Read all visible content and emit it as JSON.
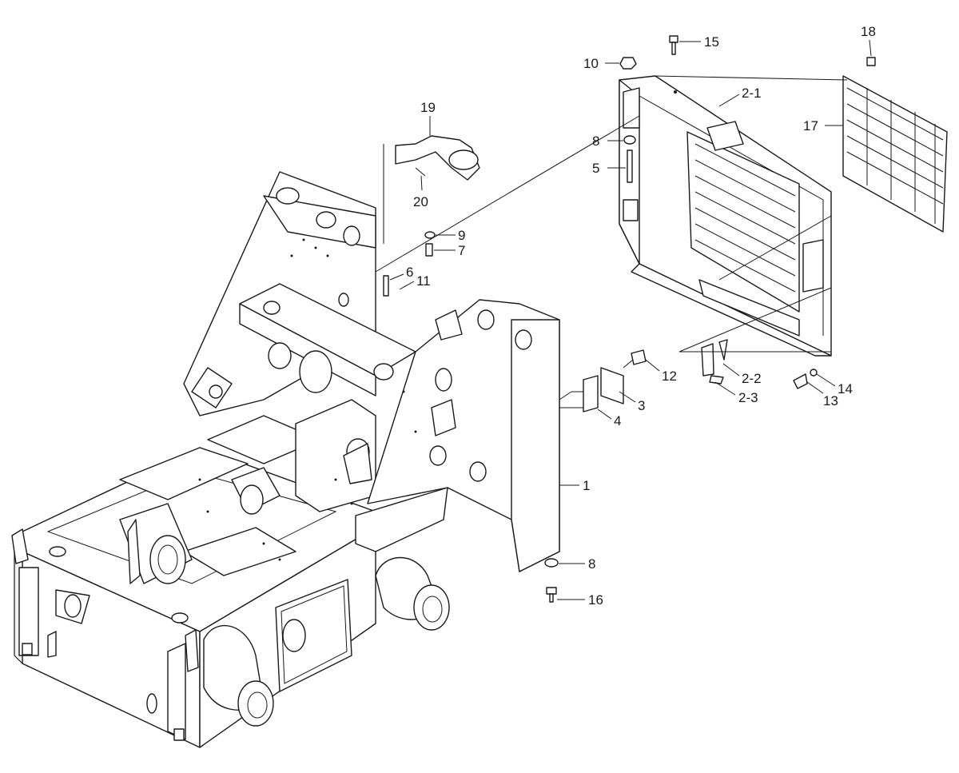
{
  "diagram": {
    "callouts": [
      {
        "id": "c1",
        "label": "1"
      },
      {
        "id": "c2-1",
        "label": "2-1"
      },
      {
        "id": "c2-2",
        "label": "2-2"
      },
      {
        "id": "c2-3",
        "label": "2-3"
      },
      {
        "id": "c3",
        "label": "3"
      },
      {
        "id": "c4",
        "label": "4"
      },
      {
        "id": "c5",
        "label": "5"
      },
      {
        "id": "c6",
        "label": "6"
      },
      {
        "id": "c7",
        "label": "7"
      },
      {
        "id": "c8a",
        "label": "8"
      },
      {
        "id": "c8b",
        "label": "8"
      },
      {
        "id": "c9",
        "label": "9"
      },
      {
        "id": "c10",
        "label": "10"
      },
      {
        "id": "c11",
        "label": "11"
      },
      {
        "id": "c12",
        "label": "12"
      },
      {
        "id": "c13",
        "label": "13"
      },
      {
        "id": "c14",
        "label": "14"
      },
      {
        "id": "c15",
        "label": "15"
      },
      {
        "id": "c16",
        "label": "16"
      },
      {
        "id": "c17",
        "label": "17"
      },
      {
        "id": "c18",
        "label": "18"
      },
      {
        "id": "c19",
        "label": "19"
      },
      {
        "id": "c20",
        "label": "20"
      }
    ]
  }
}
